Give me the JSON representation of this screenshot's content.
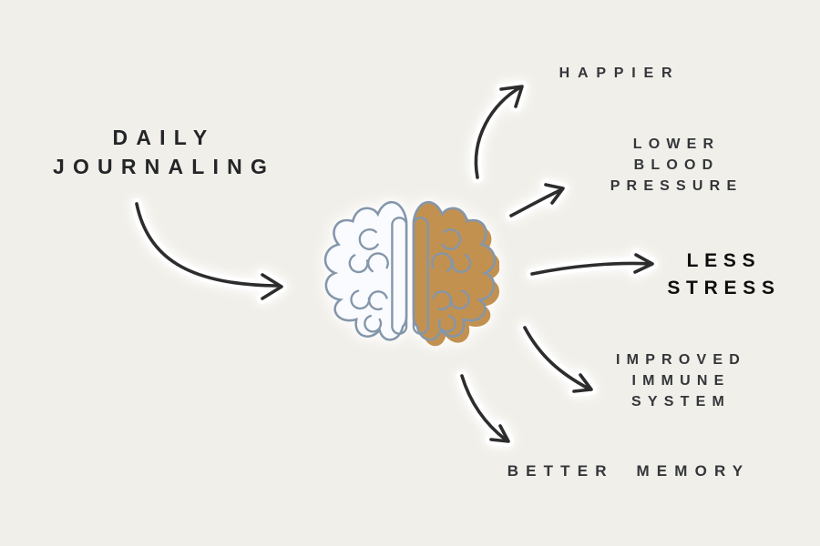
{
  "title": {
    "lines": [
      "DAILY",
      "JOURNALING"
    ]
  },
  "figure": {
    "icon": "brain-split-hemispheres",
    "left_hemisphere_style": "outline",
    "right_hemisphere_style": "filled-gold"
  },
  "benefits": [
    {
      "id": "happier",
      "lines": [
        "HAPPIER"
      ],
      "emphasis": false
    },
    {
      "id": "lower-blood-pressure",
      "lines": [
        "LOWER",
        "BLOOD",
        "PRESSURE"
      ],
      "emphasis": false
    },
    {
      "id": "less-stress",
      "lines": [
        "LESS",
        "STRESS"
      ],
      "emphasis": true
    },
    {
      "id": "improved-immune-system",
      "lines": [
        "IMPROVED",
        "IMMUNE",
        "SYSTEM"
      ],
      "emphasis": false
    },
    {
      "id": "better-memory",
      "lines": [
        "BETTER MEMORY"
      ],
      "emphasis": false
    }
  ],
  "arrows": [
    {
      "from": "daily-journaling",
      "to": "brain"
    },
    {
      "from": "brain",
      "to": "happier"
    },
    {
      "from": "brain",
      "to": "lower-blood-pressure"
    },
    {
      "from": "brain",
      "to": "less-stress"
    },
    {
      "from": "brain",
      "to": "improved-immune-system"
    },
    {
      "from": "brain",
      "to": "better-memory"
    }
  ],
  "colors": {
    "bg": "#f1efe9",
    "ink": "#33363a",
    "title_ink": "#232528",
    "emphasis_ink": "#0d0d0d",
    "arrow_ink": "#2d2d2d",
    "halo": "#ffffff",
    "brain_stroke": "#8496aa",
    "brain_left_fill": "#f9fbfe",
    "brain_right_fill": "#c29150"
  }
}
